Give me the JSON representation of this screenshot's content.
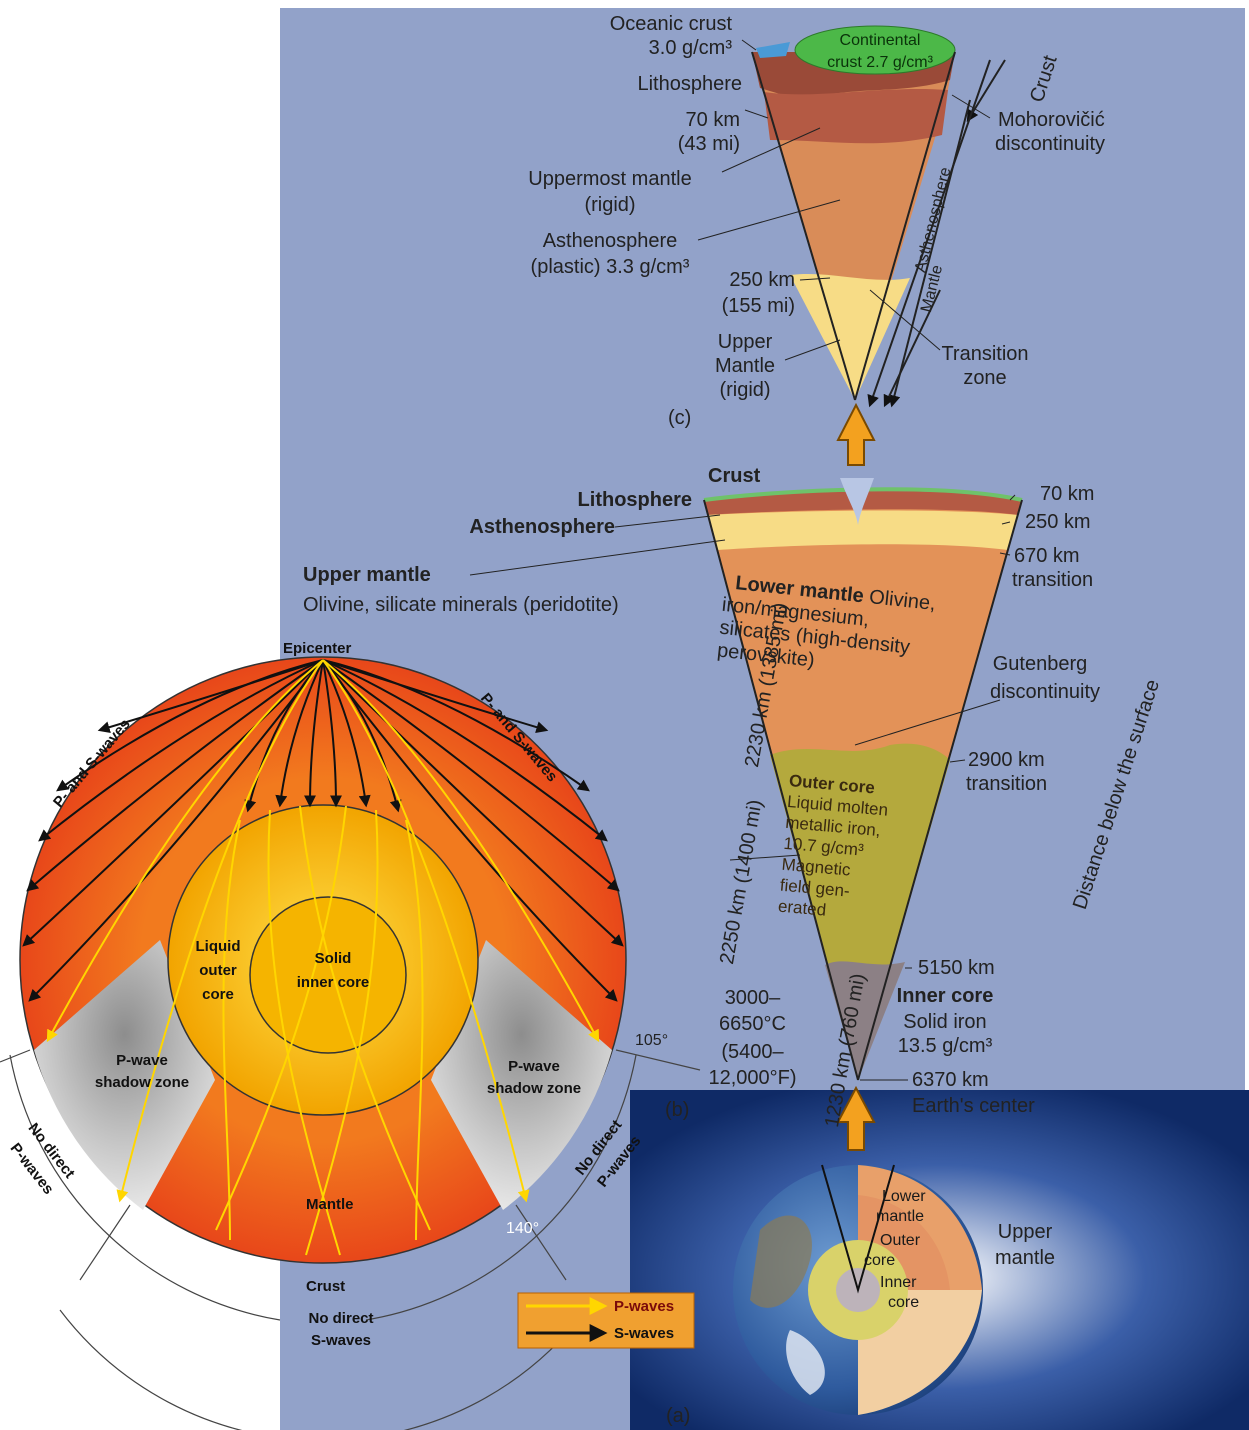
{
  "colors": {
    "panel_background": "#92a2c9",
    "continental_crust": "#4cb848",
    "oceanic_crust": "#4a9ad6",
    "lithosphere": "#9a4a38",
    "uppermost_mantle": "#b45a44",
    "asthenosphere": "#d98c58",
    "upper_mantle": "#f7dc86",
    "lower_mantle": "#e39258",
    "outer_core": "#b4a93d",
    "inner_core": "#8c8085",
    "p_waves": "#ffd600",
    "s_waves": "#111111",
    "shadow_zone": "#c9c9c9",
    "arrow": "#f3a11f"
  },
  "panel_c": {
    "letter": "(c)",
    "oceanic_crust": "Oceanic crust",
    "oceanic_density": "3.0 g/cm³",
    "continental_1": "Continental",
    "continental_2": "crust 2.7 g/cm³",
    "lithosphere": "Lithosphere",
    "depth_70": "70 km",
    "depth_70_mi": "(43 mi)",
    "uppermost_1": "Uppermost mantle",
    "uppermost_2": "(rigid)",
    "astheno_1": "Asthenosphere",
    "astheno_2": "(plastic) 3.3 g/cm³",
    "depth_250": "250 km",
    "depth_250_mi": "(155 mi)",
    "upper_1": "Upper",
    "upper_2": "Mantle",
    "upper_3": "(rigid)",
    "crust": "Crust",
    "moho_1": "Mohorovičić",
    "moho_2": "discontinuity",
    "asthenosphere_vertical": "Asthenosphere",
    "mantle_vertical": "Mantle",
    "transition_1": "Transition",
    "transition_2": "zone"
  },
  "panel_a": {
    "letter": "(a)",
    "crust": "Crust",
    "lithosphere": "Lithosphere",
    "asthenosphere": "Asthenosphere",
    "upper_mantle": "Upper mantle",
    "upper_mantle_desc": "Olivine, silicate minerals (peridotite)",
    "lower_mantle_title": "Lower mantle",
    "lower_mantle_desc_1": "Olivine,",
    "lower_mantle_desc_2": "iron/magnesium,",
    "lower_mantle_desc_3": "silicates (high-density",
    "lower_mantle_desc_4": "perovskite)",
    "km_70": "70 km",
    "km_250": "250 km",
    "km_670": "670 km",
    "transition_670": "transition",
    "gutenberg_1": "Gutenberg",
    "gutenberg_2": "discontinuity",
    "km_2900": "2900 km",
    "transition_2900": "transition",
    "outer_core_title": "Outer core",
    "outer_core_1": "Liquid molten",
    "outer_core_2": "metallic iron,",
    "outer_core_3": "10.7 g/cm³",
    "outer_core_4": "Magnetic",
    "outer_core_5": "field gen-",
    "outer_core_6": "erated",
    "thickness_2230": "2230 km (1385 mi)",
    "thickness_2250": "2250 km (1400 mi)",
    "thickness_1230": "1230 km (760 mi)",
    "km_5150": "5150 km",
    "inner_core_title": "Inner core",
    "inner_core_1": "Solid iron",
    "inner_core_2": "13.5 g/cm³",
    "temp_1": "3000–",
    "temp_2": "6650°C",
    "temp_3": "(5400–",
    "temp_4": "12,000°F)",
    "km_6370": "6370 km",
    "center": "Earth's center",
    "distance_axis": "Distance below the surface",
    "globe_lower_1": "Lower",
    "globe_lower_2": "mantle",
    "globe_outer_1": "Outer",
    "globe_outer_2": "core",
    "globe_inner_1": "Inner",
    "globe_inner_2": "core",
    "globe_upper_1": "Upper",
    "globe_upper_2": "mantle"
  },
  "panel_b": {
    "letter": "(b)",
    "epicenter": "Epicenter",
    "ps_waves_left": "P- and S-waves",
    "ps_waves_right": "P- and S-waves",
    "liquid_1": "Liquid",
    "liquid_2": "outer",
    "liquid_3": "core",
    "solid_1": "Solid",
    "solid_2": "inner core",
    "shadow_1": "P-wave",
    "shadow_2": "shadow zone",
    "mantle": "Mantle",
    "crust": "Crust",
    "angle_105": "105°",
    "angle_140": "140°",
    "no_direct_p_1": "No direct",
    "no_direct_p_2": "P-waves",
    "no_direct_s_1": "No direct",
    "no_direct_s_2": "S-waves",
    "legend_p": "P-waves",
    "legend_s": "S-waves"
  }
}
